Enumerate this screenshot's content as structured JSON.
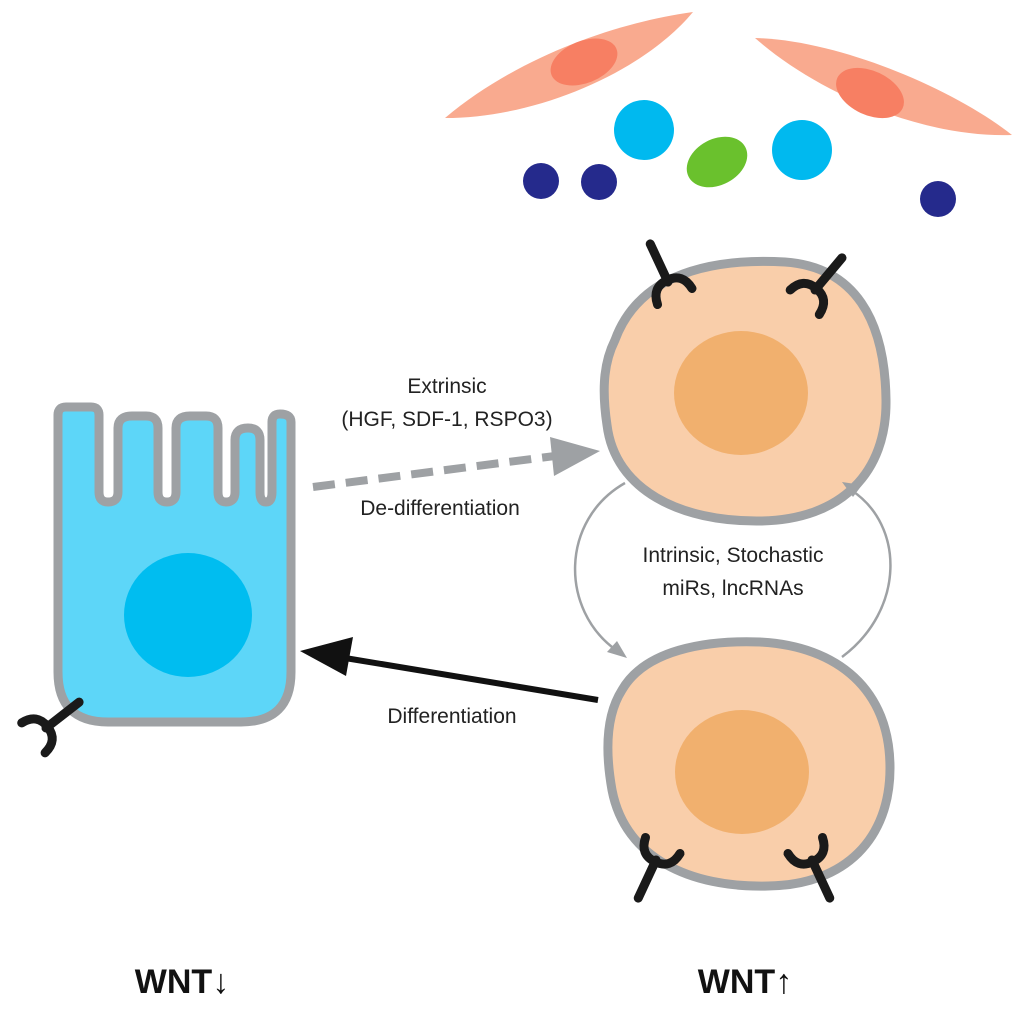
{
  "labels": {
    "extrinsic_title": "Extrinsic",
    "extrinsic_factors": "(HGF, SDF-1, RSPO3)",
    "dedifferentiation": "De-differentiation",
    "intrinsic_line1": "Intrinsic, Stochastic",
    "intrinsic_line2": "miRs, lncRNAs",
    "differentiation": "Differentiation",
    "wnt_low": "WNT↓",
    "wnt_high": "WNT↑"
  },
  "colors": {
    "epithelial_cell": "#5dd6f8",
    "epithelial_nucleus": "#00bdf0",
    "stem_cell": "#f9ceaa",
    "stem_nucleus": "#f1b06e",
    "membrane": "#9ea1a4",
    "fibroblast": "#f9aa8f",
    "fibroblast_nucleus": "#f77f63",
    "ligand_large": "#00b9ef",
    "ligand_small": "#252a8c",
    "ligand_green": "#6ac12d",
    "receptor": "#1a1a1a",
    "dashed_arrow": "#9ea1a4",
    "solid_arrow": "#111111"
  }
}
